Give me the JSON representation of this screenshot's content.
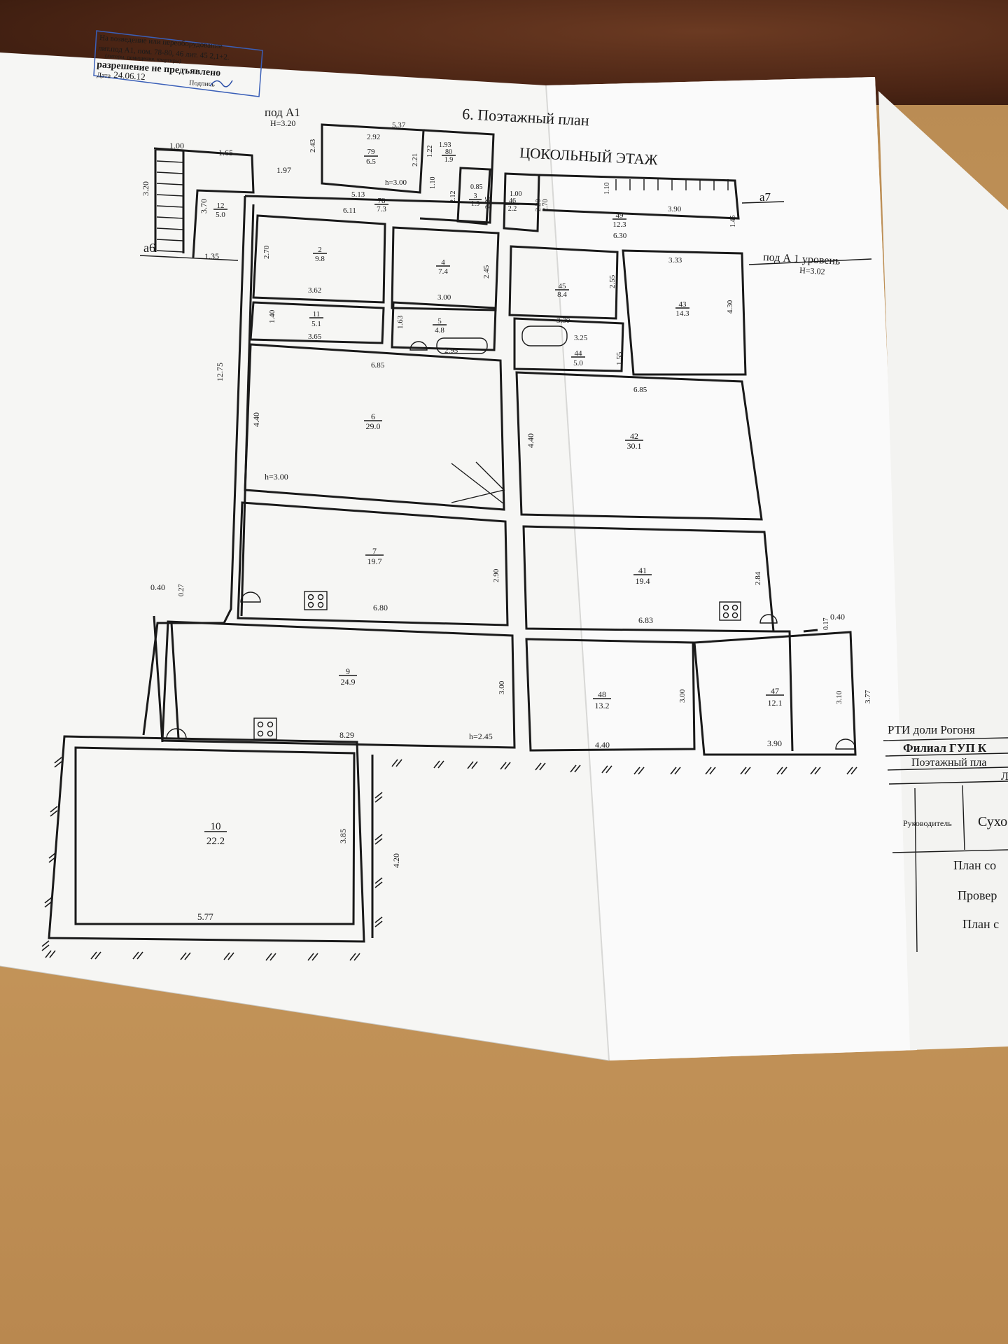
{
  "stamp": {
    "line1": "На возведение или переоборудование",
    "line2": "лит.под А1, пом. 78-80, 46 лит. 45 2,1+2.",
    "line3": "(литеры, помещения, квартиры)",
    "line4": "разрешение не предъявлено",
    "date_label": "Дата",
    "date": "24.06.12",
    "sign_label": "Подпись"
  },
  "plan": {
    "title": "6. Поэтажный план",
    "floor": "ЦОКОЛЬНЫЙ ЭТАЖ",
    "under_a1": "под А1",
    "under_a1_h": "H=3.20",
    "under_a1_level": "под А 1 уровень",
    "under_a1_level_h": "H=3.02",
    "a6": "а6",
    "a7": "а7",
    "rooms": [
      {
        "num": "79",
        "area": "6.5"
      },
      {
        "num": "80",
        "area": "1.9"
      },
      {
        "num": "3",
        "area": "1.9"
      },
      {
        "num": "46",
        "area": "2.2"
      },
      {
        "num": "78",
        "area": "7.3"
      },
      {
        "num": "12",
        "area": "5.0"
      },
      {
        "num": "2",
        "area": "9.8"
      },
      {
        "num": "4",
        "area": "7.4"
      },
      {
        "num": "45",
        "area": "8.4"
      },
      {
        "num": "49",
        "area": "12.3"
      },
      {
        "num": "43",
        "area": "14.3"
      },
      {
        "num": "11",
        "area": "5.1"
      },
      {
        "num": "5",
        "area": "4.8"
      },
      {
        "num": "44",
        "area": "5.0"
      },
      {
        "num": "6",
        "area": "29.0"
      },
      {
        "num": "42",
        "area": "30.1"
      },
      {
        "num": "7",
        "area": "19.7"
      },
      {
        "num": "41",
        "area": "19.4"
      },
      {
        "num": "9",
        "area": "24.9"
      },
      {
        "num": "48",
        "area": "13.2"
      },
      {
        "num": "47",
        "area": "12.1"
      },
      {
        "num": "10",
        "area": "22.2"
      }
    ],
    "dims": {
      "d1": "1.00",
      "d2": "1.65",
      "d3": "1.97",
      "d4": "3.20",
      "d5": "3.70",
      "d6": "1.35",
      "d7": "2.43",
      "d8": "5.37",
      "d9": "2.92",
      "d10": "2.21",
      "d11": "1.93",
      "d12": "1.22",
      "d13": "1.10",
      "d14": "0.85",
      "d15": "2.12",
      "d16": "2.25",
      "d17": "1.00",
      "d18": "2.20",
      "d19": "2.70",
      "d20": "5.13",
      "d21": "6.11",
      "d22": "h=3.00",
      "d23": "1.10",
      "d24": "3.90",
      "d25": "6.30",
      "d26": "1.45",
      "d27": "2.70",
      "d28": "3.62",
      "d29": "2.45",
      "d30": "3.00",
      "d31": "2.55",
      "d32": "3.33",
      "d33": "4.30",
      "d34": "1.40",
      "d35": "3.65",
      "d36": "1.63",
      "d37": "2.95",
      "d38": "3.30",
      "d39": "3.25",
      "d40": "1.55",
      "d41": "6.85",
      "d42": "12.75",
      "d43": "4.40",
      "d44": "h=3.00",
      "d45": "4.40",
      "d46": "6.85",
      "d47": "2.90",
      "d48": "6.80",
      "d49": "2.84",
      "d50": "6.83",
      "d51": "0.40",
      "d52": "0.27",
      "d53": "0.17",
      "d54": "0.40",
      "d55": "3.00",
      "d56": "8.29",
      "d57": "h=2.45",
      "d58": "3.00",
      "d59": "4.40",
      "d60": "3.10",
      "d61": "3.77",
      "d62": "3.90",
      "d63": "3.85",
      "d64": "5.77",
      "d65": "4.20"
    }
  },
  "titleblock": {
    "rti": "РТИ доли Рогоня",
    "branch": "Филиал ГУП К",
    "plan_sheet": "Поэтажный пла",
    "sheet": "Л",
    "head_label": "Руководитель",
    "head_name": "Сухо",
    "plan_made": "План со",
    "checked": "Провер",
    "plan_c": "План с"
  }
}
